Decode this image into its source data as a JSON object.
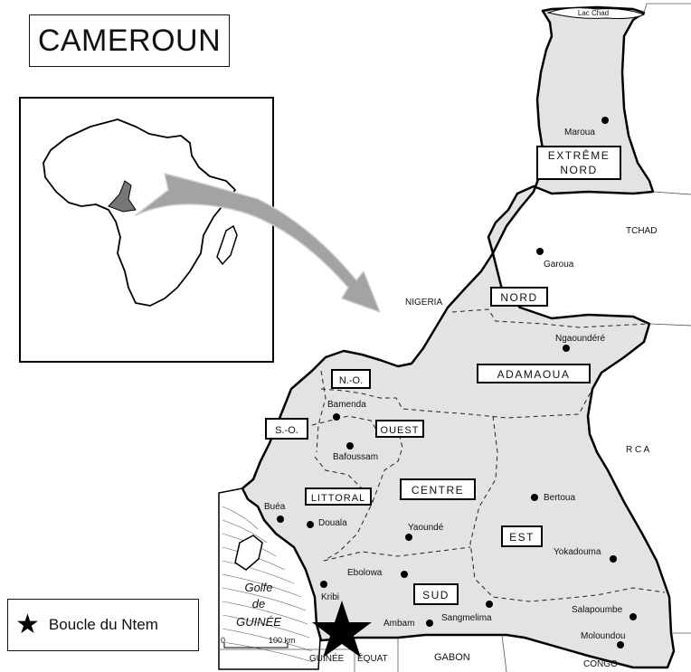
{
  "title": "CAMEROUN",
  "legend": {
    "symbol": "star",
    "label": "Boucle du Ntem"
  },
  "regions": {
    "extreme_nord": [
      "EXTRÊME",
      "NORD"
    ],
    "nord": "NORD",
    "adamaoua": "ADAMAOUA",
    "nord_ouest": "N.-O.",
    "sud_ouest": "S.-O.",
    "ouest": "OUEST",
    "littoral": "LITTORAL",
    "centre": "CENTRE",
    "est": "EST",
    "sud": "SUD"
  },
  "cities": {
    "maroua": "Maroua",
    "garoua": "Garoua",
    "ngaoundere": "Ngaoundéré",
    "bamenda": "Bamenda",
    "bafoussam": "Bafoussam",
    "buea": "Buéa",
    "douala": "Douala",
    "yaounde": "Yaoundé",
    "bertoua": "Bertoua",
    "yokadouma": "Yokadouma",
    "ebolowa": "Ebolowa",
    "kribi": "Kribi",
    "sangmelima": "Sangmelima",
    "ambam": "Ambam",
    "salapoumbe": "Salapoumbe",
    "moloundou": "Moloundou"
  },
  "countries": {
    "tchad": "TCHAD",
    "nigeria": "NIGERIA",
    "rca": "R C A",
    "gabon": "GABON",
    "congo": "CONGO",
    "guinee": "GUINÉE",
    "equat": "ÉQUAT"
  },
  "water": {
    "lac_chad": "Lac Chad",
    "golfe": [
      "Golfe",
      "de",
      "GUINÉE"
    ]
  },
  "scale": {
    "zero": "0",
    "distance": "100 km"
  },
  "colors": {
    "land": "#e3e3e3",
    "outline": "#000000",
    "arrow": "#9a9a9a",
    "sea": "#ffffff"
  }
}
